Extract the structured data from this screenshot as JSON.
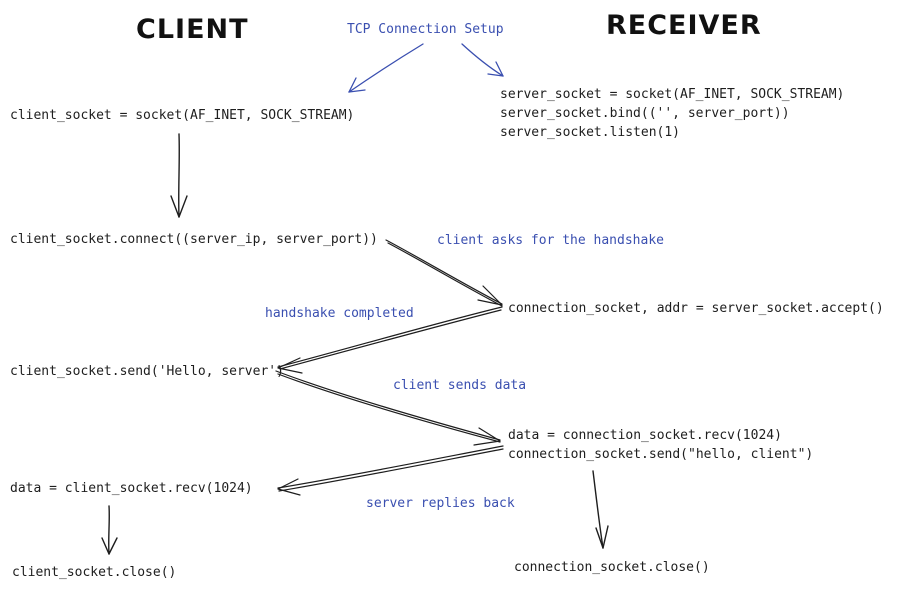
{
  "titles": {
    "client": "CLIENT",
    "receiver": "RECEIVER"
  },
  "annotations": {
    "tcp_setup": "TCP Connection Setup",
    "handshake_request": "client asks for the handshake",
    "handshake_completed": "handshake completed",
    "client_sends": "client sends data",
    "server_replies": "server replies back"
  },
  "client": {
    "create_socket": "client_socket = socket(AF_INET, SOCK_STREAM)",
    "connect": "client_socket.connect((server_ip, server_port))",
    "send": "client_socket.send('Hello, server')",
    "recv": "data = client_socket.recv(1024)",
    "close": "client_socket.close()"
  },
  "receiver": {
    "create_socket": "server_socket = socket(AF_INET, SOCK_STREAM)",
    "bind": "server_socket.bind(('', server_port))",
    "listen": "server_socket.listen(1)",
    "accept": "connection_socket, addr = server_socket.accept()",
    "recv": "data = connection_socket.recv(1024)",
    "send": "connection_socket.send(\"hello, client\")",
    "close": "connection_socket.close()"
  },
  "colors": {
    "annotation": "#3a4fb0",
    "code": "#1e1e1e",
    "arrow_black": "#1e1e1e",
    "arrow_blue": "#3a4fb0"
  }
}
